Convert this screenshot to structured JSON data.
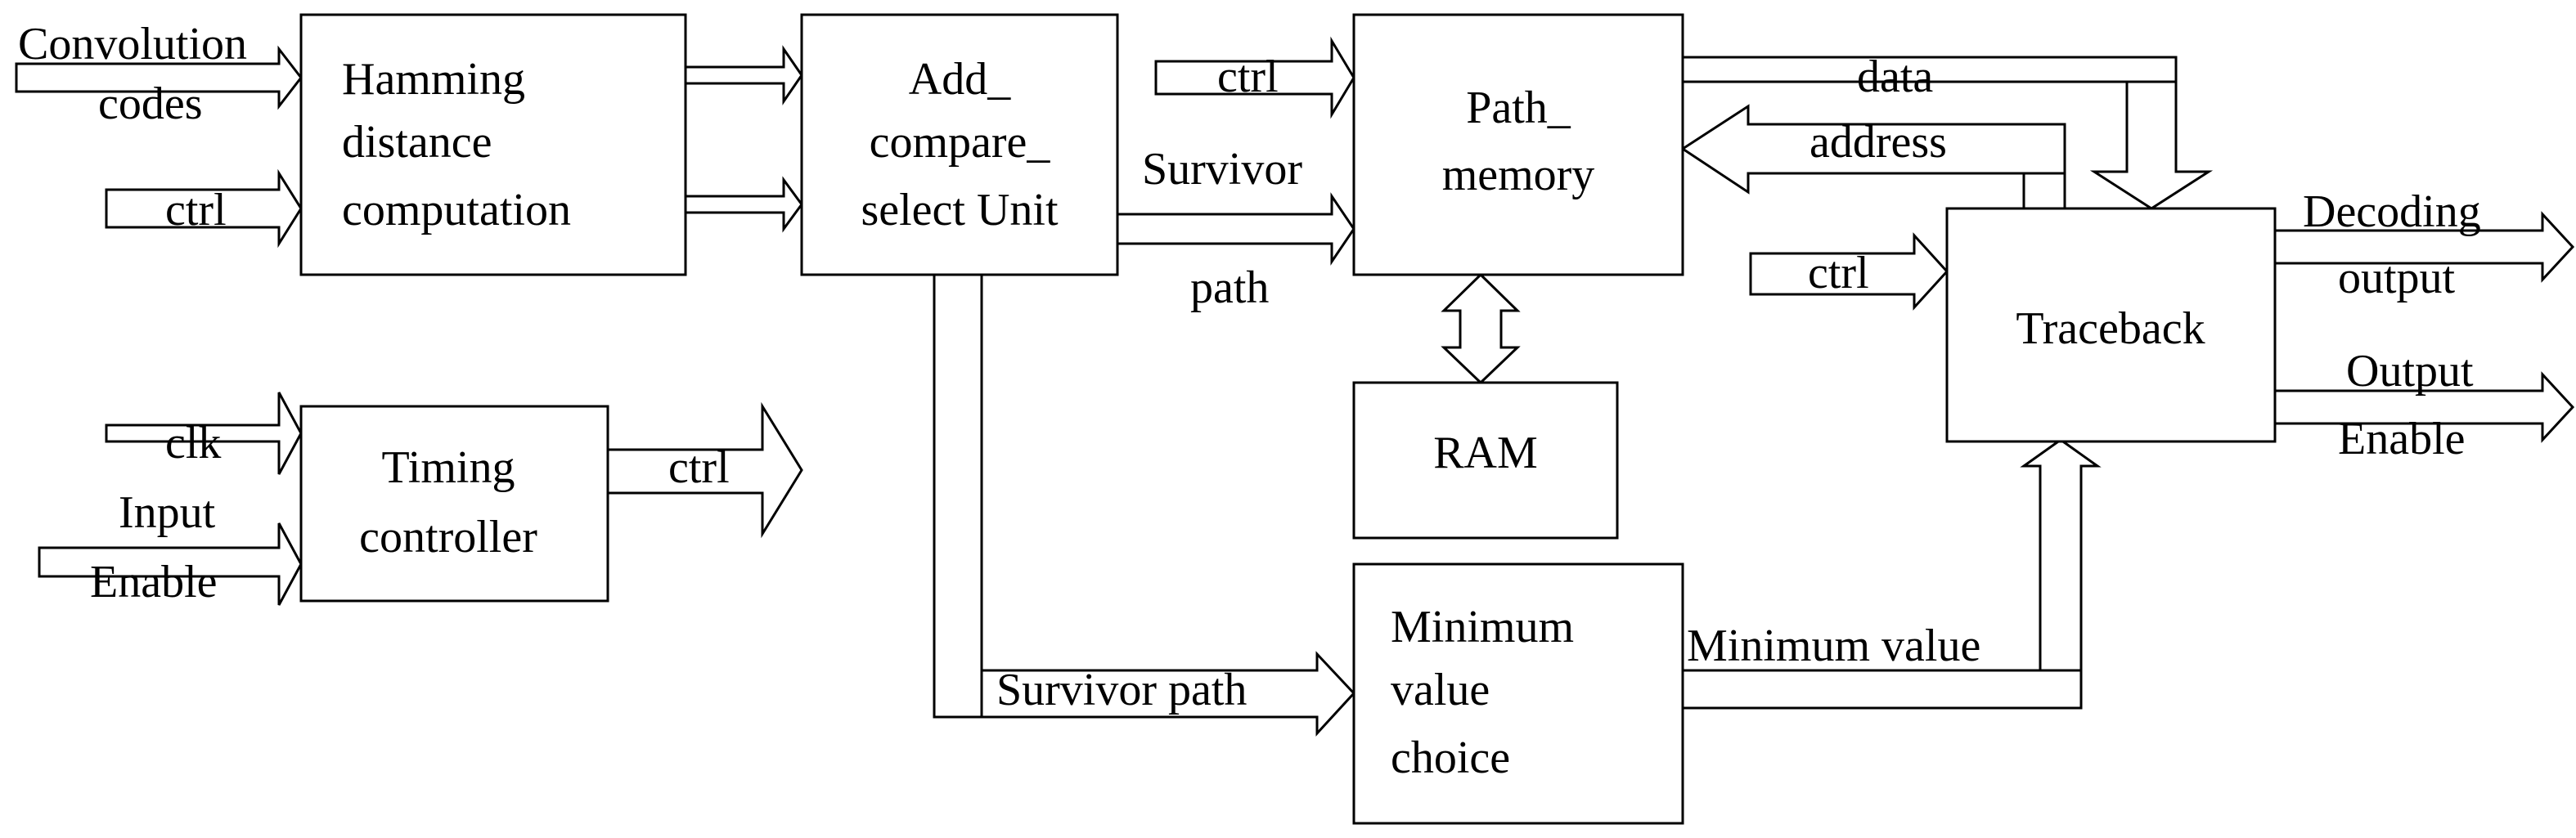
{
  "blocks": {
    "hamming": [
      "Hamming",
      "distance",
      "computation"
    ],
    "acs": [
      "Add_",
      "compare_",
      "select Unit"
    ],
    "path_memory": [
      "Path_",
      "memory"
    ],
    "ram": "RAM",
    "timing": [
      "Timing",
      "controller"
    ],
    "min_value": [
      "Minimum",
      "value",
      "choice"
    ],
    "traceback": "Traceback"
  },
  "signals": {
    "convolution": "Convolution",
    "codes": "codes",
    "ctrl": "ctrl",
    "clk": "clk",
    "input": "Input",
    "enable": "Enable",
    "survivor": "Survivor",
    "path": "path",
    "data": "data",
    "address": "address",
    "decoding": "Decoding",
    "output": "output",
    "output_cap": "Output",
    "survivor_path": "Survivor path",
    "minimum_value": "Minimum value"
  }
}
